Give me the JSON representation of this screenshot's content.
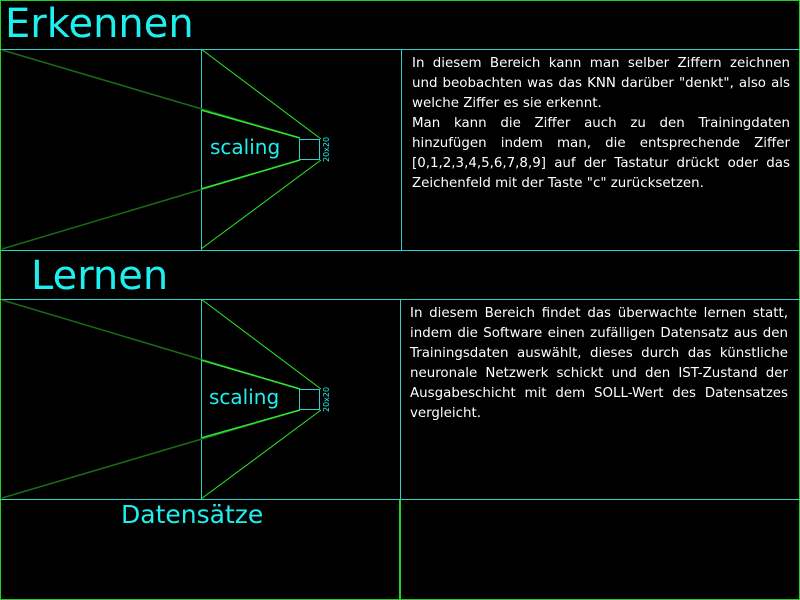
{
  "sections": {
    "erkennen": {
      "title": "Erkennen",
      "scaling_label": "scaling",
      "size_label": "20x20",
      "description": "In diesem Bereich kann man selber Ziffern zeichnen und beobachten was das KNN darüber \"denkt\", also als welche Ziffer es sie erkennt.\nMan kann die Ziffer auch zu den Trainingdaten hinzufügen indem man, die entsprechende Ziffer [0,1,2,3,4,5,6,7,8,9] auf der Tastatur drückt oder das Zeichenfeld mit der Taste \"c\" zurücksetzen."
    },
    "lernen": {
      "title": "Lernen",
      "scaling_label": "scaling",
      "size_label": "20x20",
      "description": "In diesem Bereich findet das überwachte lernen statt, indem die Software einen zufälligen Datensatz aus den Trainingsdaten auswählt, dieses durch das künstliche neuronale Netzwerk schickt und den IST-Zustand der Ausgabeschicht mit dem SOLL-Wert des Datensatzes vergleicht."
    },
    "datensaetze": {
      "title": "Datensätze"
    }
  },
  "colors": {
    "background": "#000000",
    "title": "#1ef0f0",
    "line_green": "#2ee82e",
    "line_dark_green": "#1a6a1a",
    "border_cyan": "#2fcfcf",
    "frame_green": "#1fd21f"
  }
}
